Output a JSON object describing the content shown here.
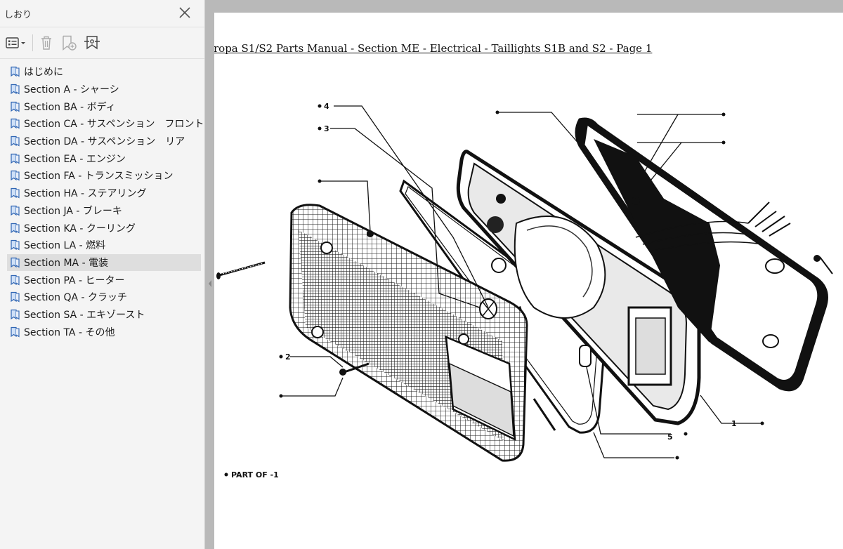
{
  "panel": {
    "title": "しおり",
    "toolbar": {
      "options_icon": "list-options-icon",
      "delete_icon": "trash-icon",
      "add_icon": "bookmark-add-icon",
      "find_icon": "bookmark-find-icon"
    },
    "bookmarks": [
      {
        "label": "はじめに",
        "selected": false
      },
      {
        "label": "Section A - シャーシ",
        "selected": false
      },
      {
        "label": "Section BA - ボディ",
        "selected": false
      },
      {
        "label": "Section CA - サスペンション　フロント",
        "selected": false
      },
      {
        "label": "Section DA - サスペンション　リア",
        "selected": false
      },
      {
        "label": "Section EA - エンジン",
        "selected": false
      },
      {
        "label": "Section FA - トランスミッション",
        "selected": false
      },
      {
        "label": "Section HA - ステアリング",
        "selected": false
      },
      {
        "label": "Section JA - ブレーキ",
        "selected": false
      },
      {
        "label": "Section KA - クーリング",
        "selected": false
      },
      {
        "label": "Section LA - 燃料",
        "selected": false
      },
      {
        "label": "Section MA - 電装",
        "selected": true
      },
      {
        "label": "Section PA - ヒーター",
        "selected": false
      },
      {
        "label": "Section QA - クラッチ",
        "selected": false
      },
      {
        "label": "Section SA - エキゾースト",
        "selected": false
      },
      {
        "label": "Section TA - その他",
        "selected": false
      }
    ]
  },
  "document": {
    "title": "ropa S1/S2 Parts Manual - Section ME - Electrical - Taillights S1B and S2 - Page 1",
    "labels": {
      "l4": "4",
      "l3": "3",
      "l2": "2",
      "l5": "5",
      "l1": "1",
      "note": "PART OF -1"
    }
  }
}
